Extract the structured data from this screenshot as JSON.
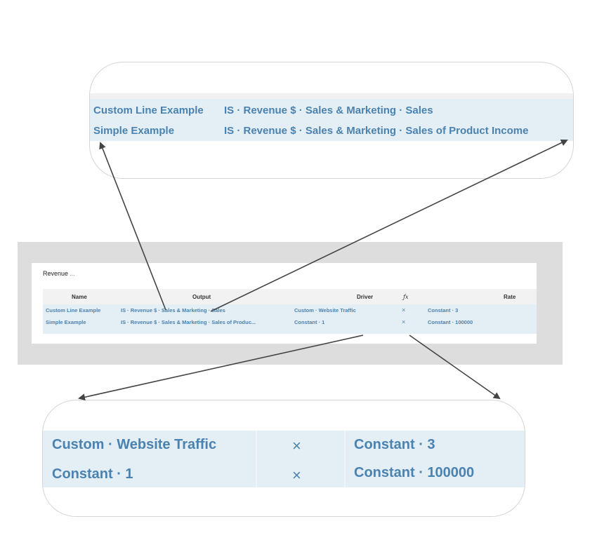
{
  "table": {
    "title": "Revenue",
    "title_suffix": "...",
    "columns": {
      "name": "Name",
      "output": "Output",
      "driver": "Driver",
      "fx": "ƒx",
      "rate": "Rate"
    },
    "rows": [
      {
        "name": "Custom Line Example",
        "output": "IS · Revenue $ · Sales & Marketing · Sales",
        "output_truncated": "IS · Revenue $ · Sales & Marketing · Sales",
        "driver": "Custom · Website Traffic",
        "operator": "×",
        "rate": "Constant · 3"
      },
      {
        "name": "Simple Example",
        "output": "IS · Revenue $ · Sales & Marketing · Sales of Product Income",
        "output_truncated": "IS · Revenue $ · Sales & Marketing · Sales of Produc...",
        "driver": "Constant · 1",
        "operator": "×",
        "rate": "Constant · 100000"
      }
    ]
  },
  "colors": {
    "accent_text": "#4a82b0",
    "row_highlight": "#e4eef5",
    "panel_background": "#dddddd",
    "arrow": "#444444"
  }
}
